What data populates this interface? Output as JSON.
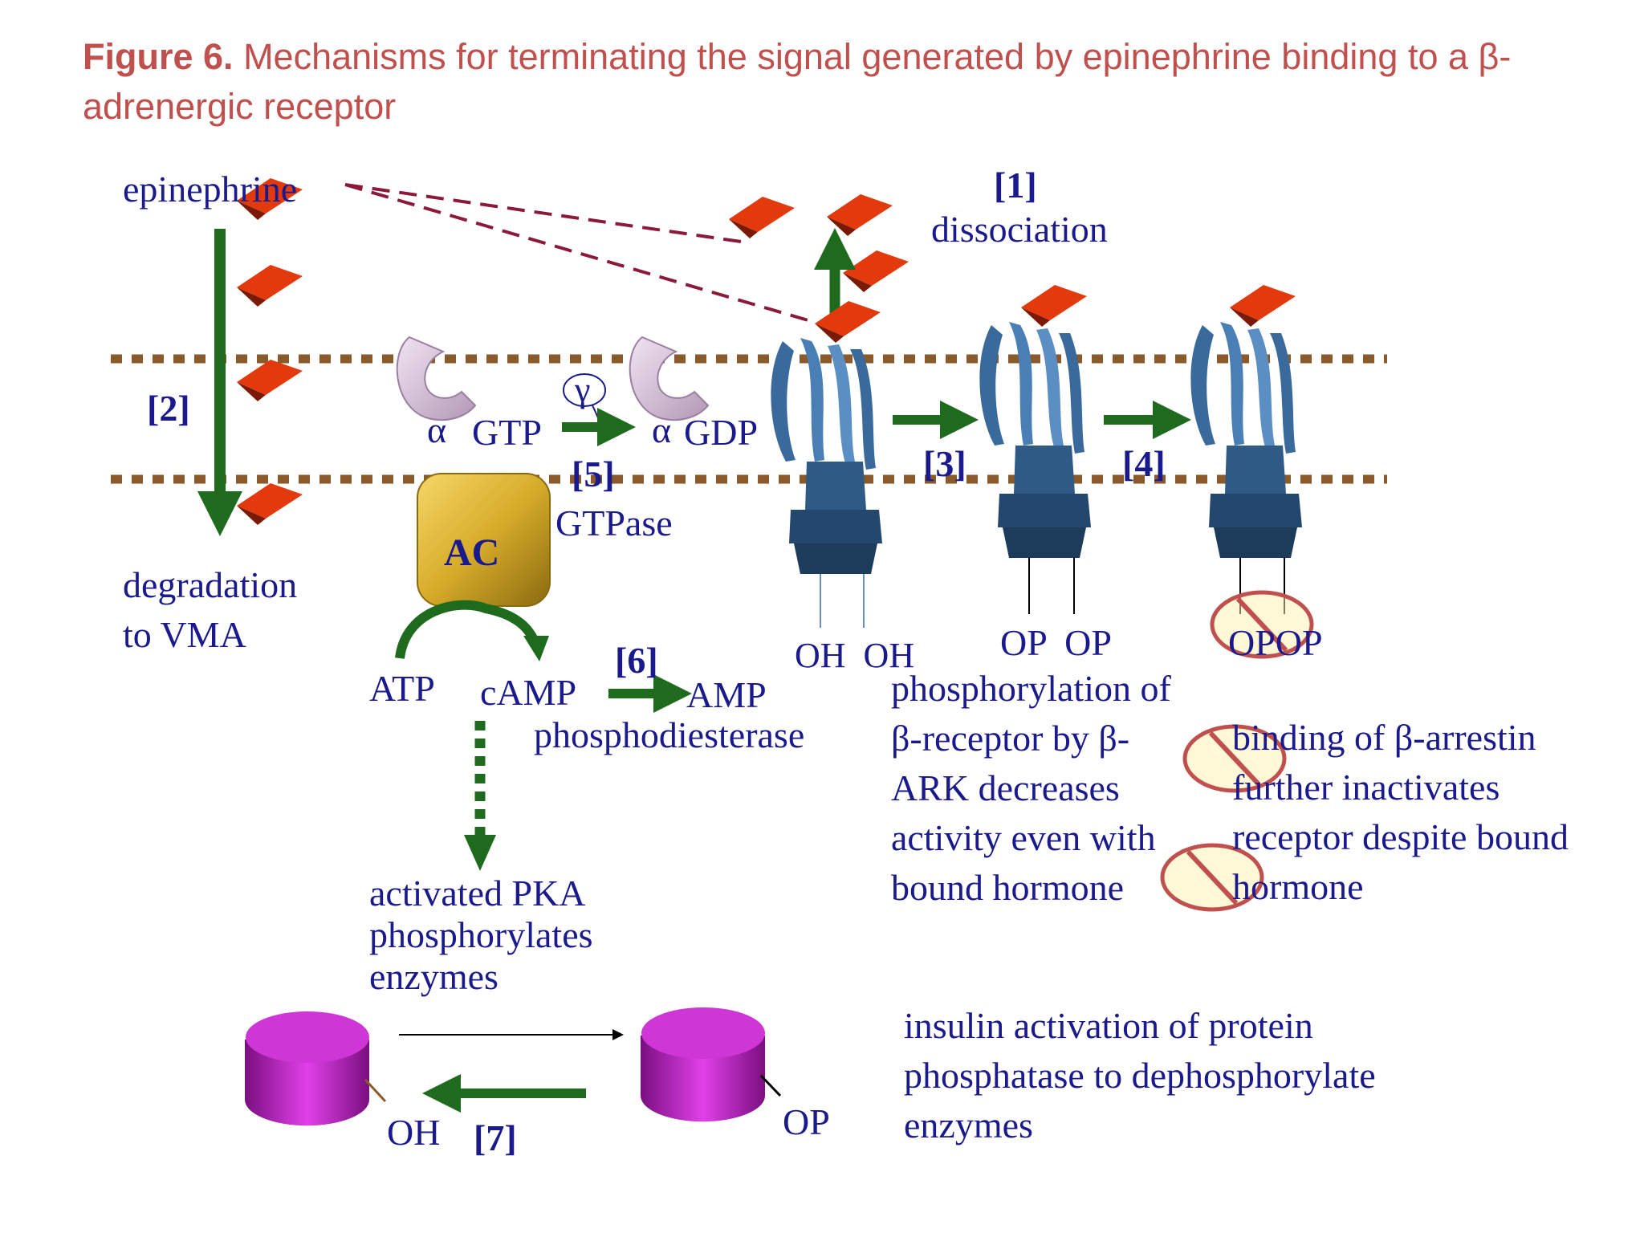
{
  "title": {
    "prefix": "Figure 6.",
    "text": "Mechanisms for terminating the signal generated by epinephrine binding to a β-adrenergic receptor"
  },
  "labels": {
    "epinephrine": "epinephrine",
    "step1": "[1]",
    "dissociation": "dissociation",
    "step2": "[2]",
    "degradation_line1": "degradation",
    "degradation_line2": "to VMA",
    "alpha1": "α",
    "gtp": "GTP",
    "gamma": "γ",
    "alpha2": "α",
    "gdp": "GDP",
    "step5": "[5]",
    "gtpase": "GTPase",
    "ac": "AC",
    "atp": "ATP",
    "camp": "cAMP",
    "step6": "[6]",
    "amp": "AMP",
    "phosphodiesterase": "phosphodiesterase",
    "step3": "[3]",
    "step4": "[4]",
    "oh_oh": "OH  OH",
    "op_op": "OP  OP",
    "op_op_blocked": "OPOP",
    "phosphorylation_text": "phosphorylation of β-receptor by β-ARK decreases activity even with bound hormone",
    "arrestin_text": "binding of β-arrestin further inactivates receptor despite bound hormone",
    "pka_text": "activated PKA phosphorylates enzymes",
    "insulin_text": "insulin activation of protein phosphatase to dephosphorylate enzymes",
    "oh": "OH",
    "step7": "[7]",
    "op": "OP"
  },
  "colors": {
    "title": "#c0504d",
    "text": "#1a1a8c",
    "arrow": "#1e6b1e",
    "hormone": "#e23a0c",
    "membrane": "#8a5a2b",
    "receptor": "#3a6a9c",
    "g_protein": "#d8c4dc",
    "adenylyl_cyclase": "#d7ac2a",
    "enzyme": "#b01cb8",
    "dashed_line": "#8b1a3a",
    "block_sign": "#c0504d"
  }
}
